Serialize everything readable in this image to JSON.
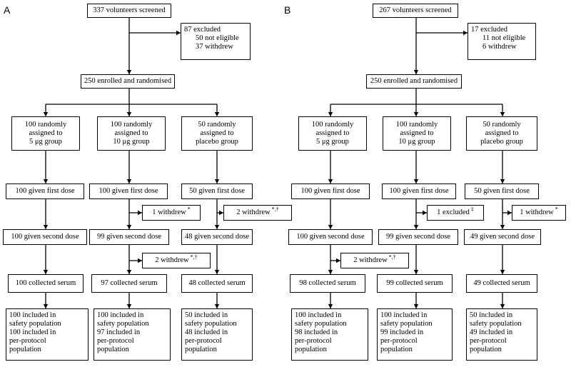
{
  "panels": [
    {
      "label": "A",
      "screened": "337 volunteers screened",
      "excluded": [
        "87 excluded",
        "50 not eligible",
        "37 withdrew"
      ],
      "enrolled": "250 enrolled and randomised",
      "arms": [
        {
          "assigned": [
            "100 randomly",
            "assigned to",
            "5 μg group"
          ],
          "first_dose": "100 given first dose",
          "second_dose": "100 given second dose",
          "serum": "100 collected serum",
          "populations": [
            "100 included in",
            "safety population",
            "100 included in",
            "per-protocol",
            "population"
          ]
        },
        {
          "assigned": [
            "100 randomly",
            "assigned to",
            "10 μg group"
          ],
          "first_dose": "100 given first dose",
          "second_dose": "99 given second dose",
          "serum": "97 collected serum",
          "populations": [
            "100 included in",
            "safety population",
            "97 included in",
            "per-protocol",
            "population"
          ]
        },
        {
          "assigned": [
            "50 randomly",
            "assigned to",
            "placebo group"
          ],
          "first_dose": "50 given first dose",
          "second_dose": "48 given second dose",
          "serum": "48 collected serum",
          "populations": [
            "50 included in",
            "safety population",
            "48 included in",
            "per-protocol",
            "population"
          ]
        }
      ],
      "side_notes": [
        {
          "text": "1 withdrew",
          "mark": "*"
        },
        {
          "text": "2 withdrew",
          "mark": "*,†"
        },
        {
          "text": "2 withdrew",
          "mark": "*,†"
        }
      ]
    },
    {
      "label": "B",
      "screened": "267 volunteers screened",
      "excluded": [
        "17 excluded",
        "11 not eligible",
        "6 withdrew"
      ],
      "enrolled": "250 enrolled and randomised",
      "arms": [
        {
          "assigned": [
            "100 randomly",
            "assigned to",
            "5 μg group"
          ],
          "first_dose": "100 given first dose",
          "second_dose": "100 given second dose",
          "serum": "98 collected serum",
          "populations": [
            "100 included in",
            "safety population",
            "98 included in",
            "per-protocol",
            "population"
          ]
        },
        {
          "assigned": [
            "100 randomly",
            "assigned to",
            "10 μg group"
          ],
          "first_dose": "100 given first dose",
          "second_dose": "99 given second dose",
          "serum": "99 collected serum",
          "populations": [
            "100 included in",
            "safety population",
            "99 included in",
            "per-protocol",
            "population"
          ]
        },
        {
          "assigned": [
            "50 randomly",
            "assigned to",
            "placebo group"
          ],
          "first_dose": "50 given first dose",
          "second_dose": "49 given second dose",
          "serum": "49 collected serum",
          "populations": [
            "50 included in",
            "safety population",
            "49 included in",
            "per-protocol",
            "population"
          ]
        }
      ],
      "side_notes": [
        {
          "text": "1 excluded",
          "mark": "‡"
        },
        {
          "text": "1 withdrew",
          "mark": "*"
        },
        {
          "text": "2 withdrew",
          "mark": "*,†"
        }
      ]
    }
  ]
}
